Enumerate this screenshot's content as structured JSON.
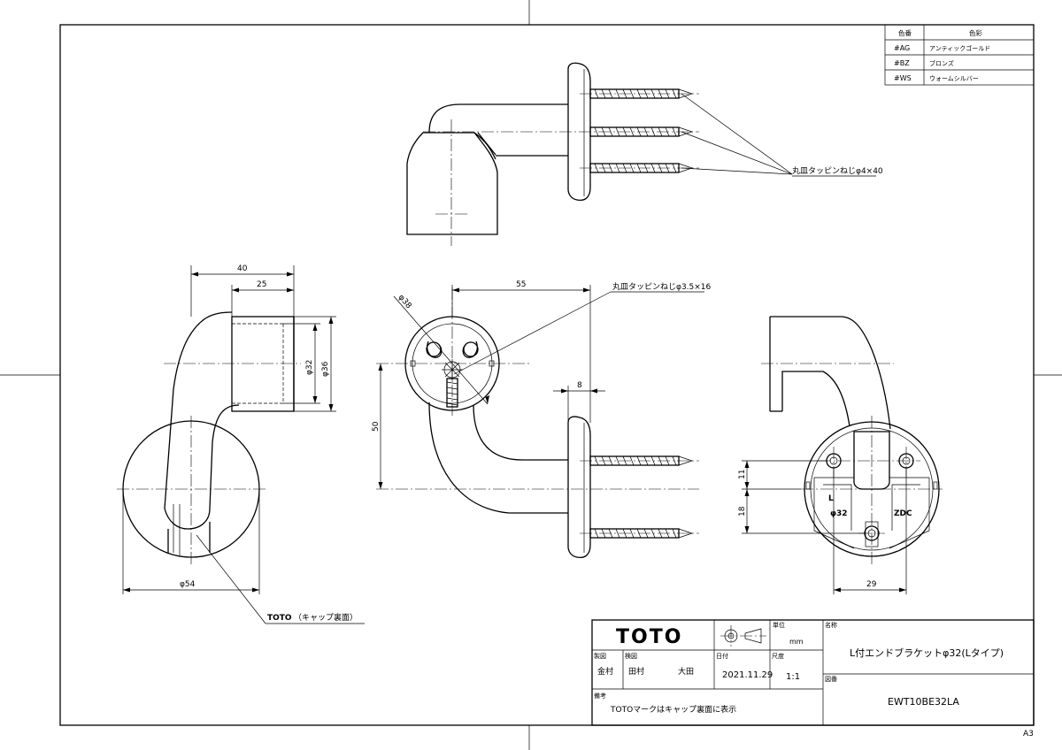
{
  "color_table": {
    "header_code": "色番",
    "header_name": "色彩",
    "rows": [
      {
        "code": "#AG",
        "name": "アンティックゴールド"
      },
      {
        "code": "#BZ",
        "name": "ブロンズ"
      },
      {
        "code": "#WS",
        "name": "ウォームシルバー"
      }
    ]
  },
  "callouts": {
    "screw_large": "丸皿タッピンねじφ4×40",
    "screw_small": "丸皿タッピンねじφ3.5×16",
    "toto_mark": "TOTO",
    "toto_note": "（キャップ裏面）"
  },
  "dimensions": {
    "d40": "40",
    "d25": "25",
    "phi32": "φ32",
    "phi36": "φ36",
    "phi54": "φ54",
    "phi38": "φ38",
    "d55": "55",
    "d8": "8",
    "d50": "50",
    "d11": "11",
    "d18": "18",
    "d29": "29"
  },
  "bottom_view_labels": {
    "L": "L",
    "phi32": "φ32",
    "zdc": "ZDC"
  },
  "title_block": {
    "logo": "TOTO",
    "unit_label": "単位",
    "unit_value": "mm",
    "name_label": "名称",
    "name_value": "L付エンドブラケットφ32(Lタイプ)",
    "role1_label": "製図",
    "role1_value": "金村",
    "role2_label": "検図",
    "role2_value_a": "田村",
    "role2_value_b": "大田",
    "date_label": "日付",
    "date_value": "2021.11.29",
    "scale_label": "尺度",
    "scale_value": "1:1",
    "drawing_no_label": "図番",
    "drawing_no_value": "EWT10BE32LA",
    "remarks_label": "備考",
    "remarks_value": "TOTOマークはキャップ裏面に表示"
  },
  "paper_size": "A3"
}
